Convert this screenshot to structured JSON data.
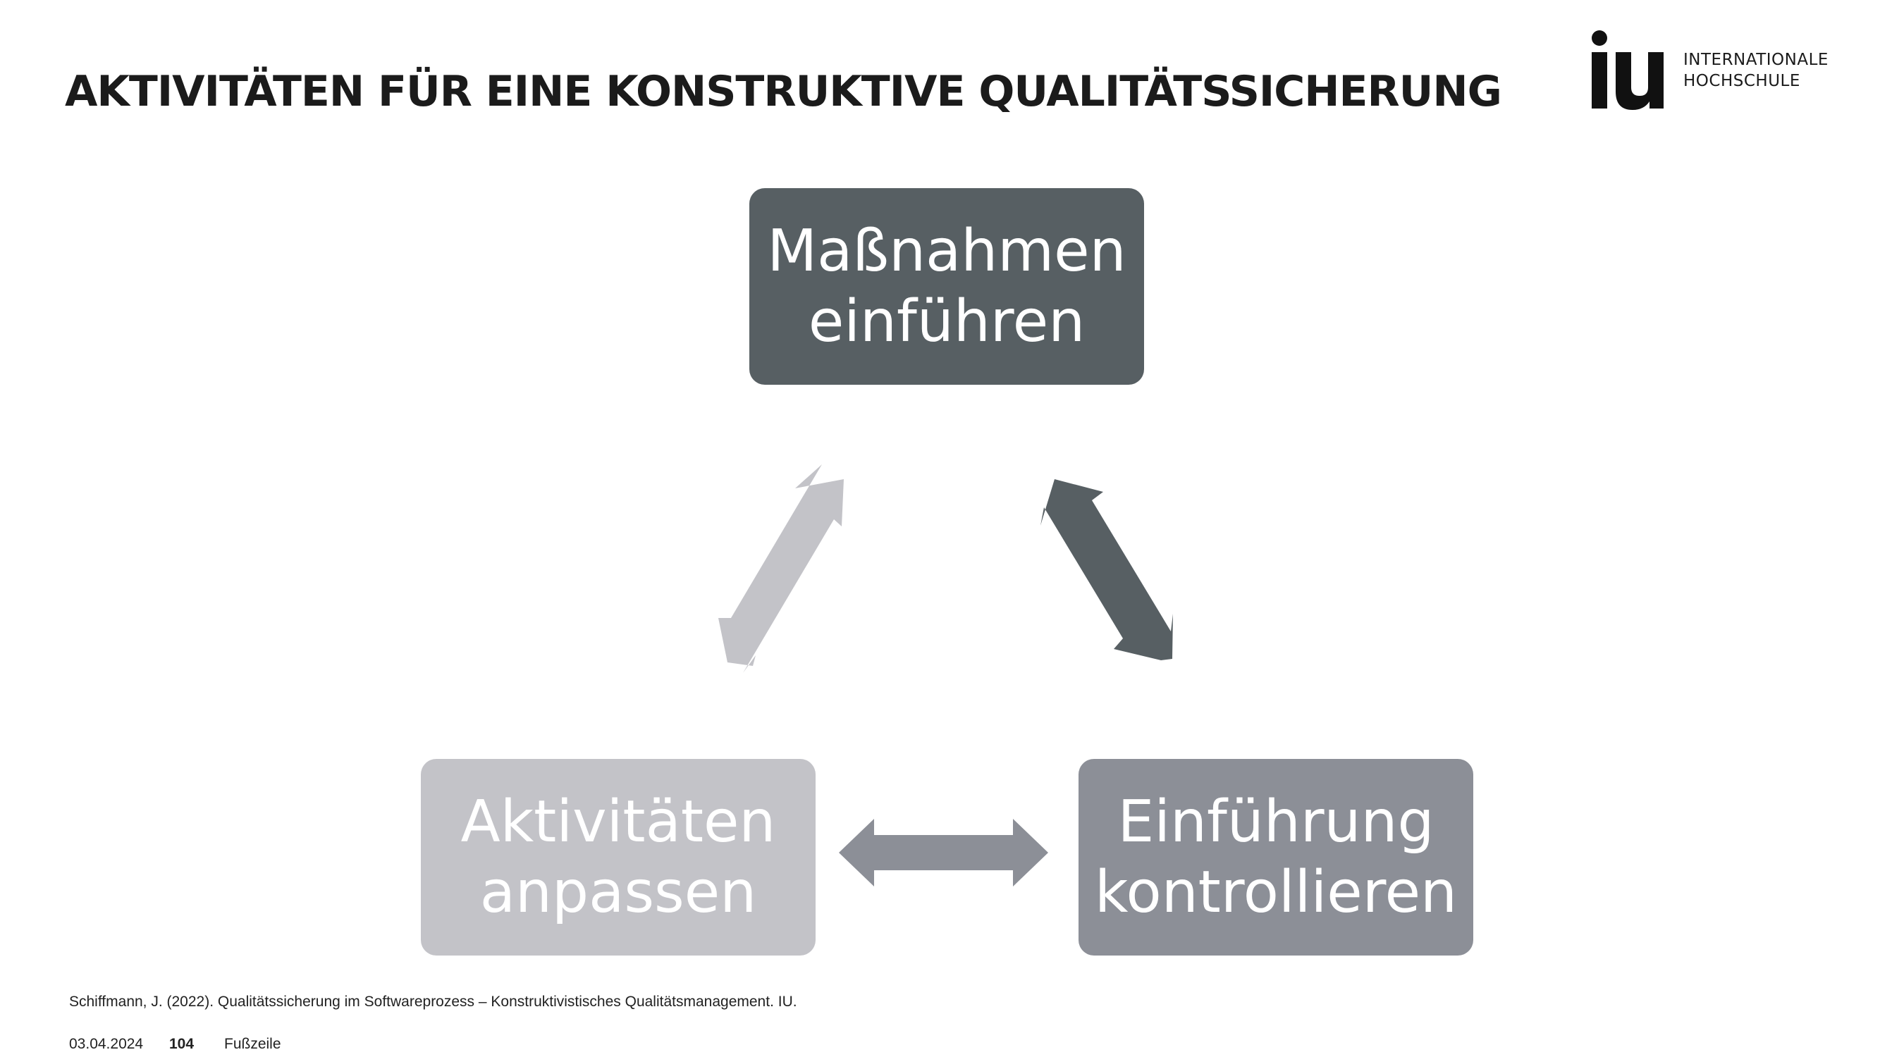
{
  "slide": {
    "title": "AKTIVITÄTEN FÜR EINE KONSTRUKTIVE QUALITÄTSSICHERUNG"
  },
  "logo": {
    "mark": "iu",
    "line1": "INTERNATIONALE",
    "line2": "HOCHSCHULE"
  },
  "diagram": {
    "top_box": {
      "line1": "Maßnahmen",
      "line2": "einführen",
      "color": "#575f63"
    },
    "left_box": {
      "line1": "Aktivitäten",
      "line2": "anpassen",
      "color": "#c3c3c8"
    },
    "right_box": {
      "line1": "Einführung",
      "line2": "kontrollieren",
      "color": "#8c8f97"
    },
    "arrow_colors": {
      "left_diagonal": "#c3c3c8",
      "right_diagonal": "#575f63",
      "horizontal": "#8c8f97"
    }
  },
  "source": "Schiffmann, J. (2022). Qualitätssicherung im Softwareprozess – Konstruktivistisches Qualitätsmanagement. IU.",
  "footer": {
    "date": "03.04.2024",
    "page": "104",
    "label": "Fußzeile"
  }
}
